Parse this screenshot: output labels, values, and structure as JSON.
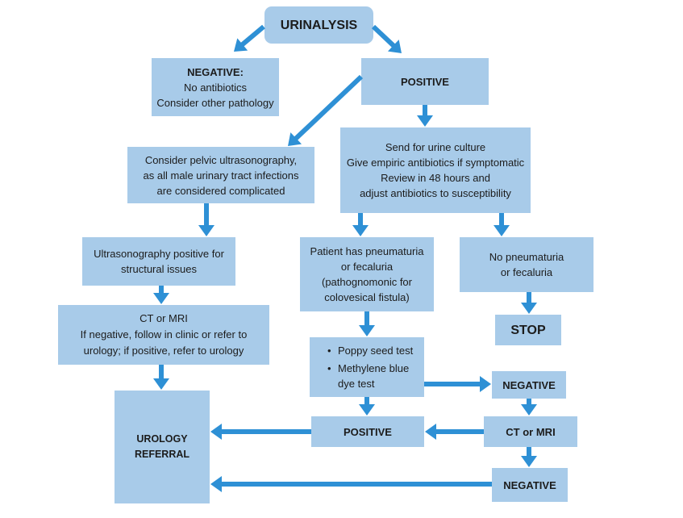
{
  "nodes": {
    "urinalysis": "URINALYSIS",
    "negative_top": {
      "title": "NEGATIVE:",
      "lines": [
        "No antibiotics",
        "Consider other pathology"
      ]
    },
    "positive_top": "POSITIVE",
    "pelvic_ultrasonography": [
      "Consider pelvic ultrasonography,",
      "as all male urinary tract infections",
      "are considered complicated"
    ],
    "urine_culture": [
      "Send for urine culture",
      "Give empiric antibiotics if symptomatic",
      "Review in 48 hours and",
      "adjust antibiotics to susceptibility"
    ],
    "ultrasonography_positive": [
      "Ultrasonography positive for",
      "structural issues"
    ],
    "pneumaturia": [
      "Patient has pneumaturia",
      "or fecaluria",
      "(pathognomonic for",
      "colovesical fistula)"
    ],
    "no_pneumaturia": [
      "No pneumaturia",
      "or fecaluria"
    ],
    "ct_mri_left": [
      "CT or MRI",
      "If negative, follow in clinic or refer to",
      "urology; if positive, refer to urology"
    ],
    "stop": "STOP",
    "tests": [
      "Poppy seed test",
      "Methylene blue dye test"
    ],
    "negative_mid": "NEGATIVE",
    "urology_referral": [
      "UROLOGY",
      "REFERRAL"
    ],
    "positive_bottom": "POSITIVE",
    "ct_mri_right": "CT or MRI",
    "negative_bottom": "NEGATIVE"
  },
  "colors": {
    "box_fill": "#a8cbe9",
    "arrow": "#2e90d5",
    "text": "#1c1c1c"
  }
}
